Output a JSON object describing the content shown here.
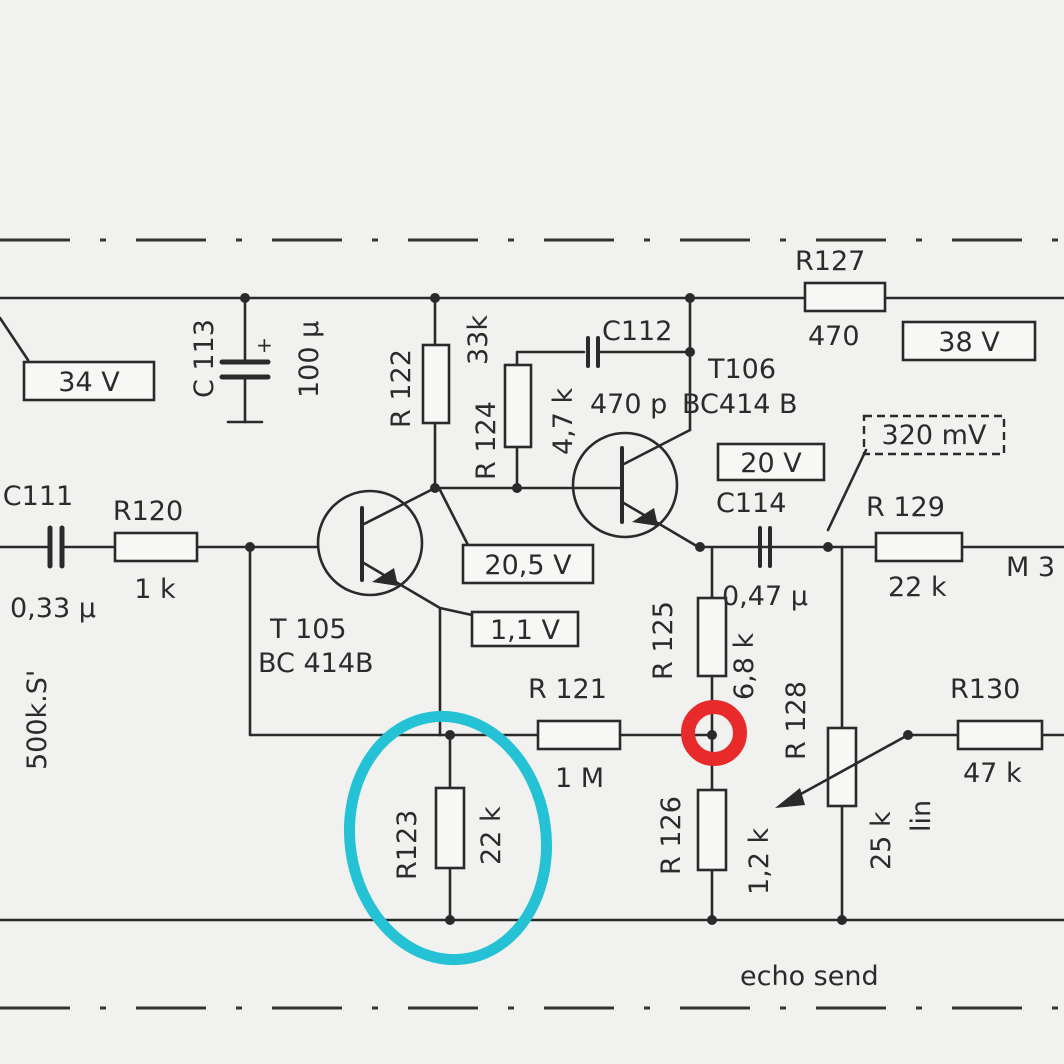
{
  "components": {
    "c111": {
      "ref": "C111",
      "value": "0,33 µ"
    },
    "c112": {
      "ref": "C112",
      "value": "470 p"
    },
    "c113": {
      "ref": "C 113",
      "value": "100 µ"
    },
    "c114": {
      "ref": "C114",
      "value": "0,47 µ"
    },
    "r120": {
      "ref": "R120",
      "value": "1 k"
    },
    "r121": {
      "ref": "R 121",
      "value": "1 M"
    },
    "r122": {
      "ref": "R 122",
      "value": "33k"
    },
    "r123": {
      "ref": "R123",
      "value": "22 k"
    },
    "r124": {
      "ref": "R 124",
      "value": "4,7 k"
    },
    "r125": {
      "ref": "R 125",
      "value": "6,8 k"
    },
    "r126": {
      "ref": "R 126",
      "value": "1,2 k"
    },
    "r127": {
      "ref": "R127",
      "value": "470"
    },
    "r128": {
      "ref": "R 128",
      "value": "25 k",
      "taper": "lin"
    },
    "r129": {
      "ref": "R 129",
      "value": "22 k"
    },
    "r130": {
      "ref": "R130",
      "value": "47 k"
    },
    "t105": {
      "ref": "T 105",
      "type": "BC 414B"
    },
    "t106": {
      "ref": "T106",
      "type": "BC414 B"
    }
  },
  "voltages": {
    "v34": "34 V",
    "v38": "38 V",
    "v20_5": "20,5 V",
    "v1_1": "1,1 V",
    "v20": "20 V",
    "v320m": "320 mV"
  },
  "labels": {
    "echo_send": "echo send",
    "m3": "M 3",
    "left_pot": "500k.S'"
  },
  "annotations": {
    "blue_circle_color": "#25c2d6",
    "red_mark_color": "#e82a2a"
  }
}
